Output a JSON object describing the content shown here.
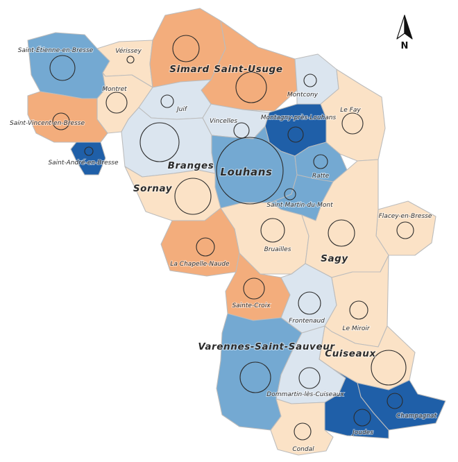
{
  "palette": {
    "orange": "#f3ad7c",
    "cream": "#fbe2c6",
    "pale_blue": "#dbe5ef",
    "mid_blue": "#74a9d2",
    "dark_blue": "#1f5fa8"
  },
  "compass": {
    "letter": "N",
    "icon": "north-arrow-icon"
  },
  "communes": [
    {
      "id": "saint-etienne-en-bresse",
      "label": "Saint-Étienne-en-Bresse",
      "fill": "mid_blue",
      "major": false
    },
    {
      "id": "verissey",
      "label": "Vérissey",
      "fill": "cream",
      "major": false
    },
    {
      "id": "simard",
      "label": "Simard",
      "fill": "orange",
      "major": true
    },
    {
      "id": "saint-usuge",
      "label": "Saint-Usuge",
      "fill": "orange",
      "major": true
    },
    {
      "id": "montcony",
      "label": "Montcony",
      "fill": "pale_blue",
      "major": false
    },
    {
      "id": "montret",
      "label": "Montret",
      "fill": "cream",
      "major": false
    },
    {
      "id": "juif",
      "label": "Juif",
      "fill": "pale_blue",
      "major": false
    },
    {
      "id": "le-fay",
      "label": "Le Fay",
      "fill": "cream",
      "major": false
    },
    {
      "id": "saint-vincent-en-bresse",
      "label": "Saint-Vincent-en-Bresse",
      "fill": "orange",
      "major": false
    },
    {
      "id": "vincelles",
      "label": "Vincelles",
      "fill": "pale_blue",
      "major": false
    },
    {
      "id": "montagny-pres-louhans",
      "label": "Montagny-près-Louhans",
      "fill": "dark_blue",
      "major": false
    },
    {
      "id": "saint-andre-en-bresse",
      "label": "Saint-André-en-Bresse",
      "fill": "dark_blue",
      "major": false
    },
    {
      "id": "branges",
      "label": "Branges",
      "fill": "pale_blue",
      "major": true
    },
    {
      "id": "louhans",
      "label": "Louhans",
      "fill": "mid_blue",
      "major": true
    },
    {
      "id": "ratte",
      "label": "Ratte",
      "fill": "mid_blue",
      "major": false
    },
    {
      "id": "sornay",
      "label": "Sornay",
      "fill": "cream",
      "major": true
    },
    {
      "id": "saint-martin-du-mont",
      "label": "Saint-Martin-du-Mont",
      "fill": "mid_blue",
      "major": false
    },
    {
      "id": "flacey-en-bresse",
      "label": "Flacey-en-Bresse",
      "fill": "cream",
      "major": false
    },
    {
      "id": "bruailles",
      "label": "Bruailles",
      "fill": "cream",
      "major": false
    },
    {
      "id": "sagy",
      "label": "Sagy",
      "fill": "cream",
      "major": true
    },
    {
      "id": "la-chapelle-naude",
      "label": "La Chapelle-Naude",
      "fill": "orange",
      "major": false
    },
    {
      "id": "sainte-croix",
      "label": "Sainte-Croix",
      "fill": "orange",
      "major": false
    },
    {
      "id": "frontenaud",
      "label": "Frontenaud",
      "fill": "pale_blue",
      "major": false
    },
    {
      "id": "le-miroir",
      "label": "Le Miroir",
      "fill": "cream",
      "major": false
    },
    {
      "id": "varennes-saint-sauveur",
      "label": "Varennes-Saint-Sauveur",
      "fill": "mid_blue",
      "major": true
    },
    {
      "id": "cuiseaux",
      "label": "Cuiseaux",
      "fill": "cream",
      "major": true
    },
    {
      "id": "dommartin-les-cuiseaux",
      "label": "Dommartin-lès-Cuiseaux",
      "fill": "pale_blue",
      "major": false
    },
    {
      "id": "champagnat",
      "label": "Champagnat",
      "fill": "dark_blue",
      "major": false
    },
    {
      "id": "joudes",
      "label": "Joudes",
      "fill": "dark_blue",
      "major": false
    },
    {
      "id": "condal",
      "label": "Condal",
      "fill": "cream",
      "major": false
    }
  ]
}
